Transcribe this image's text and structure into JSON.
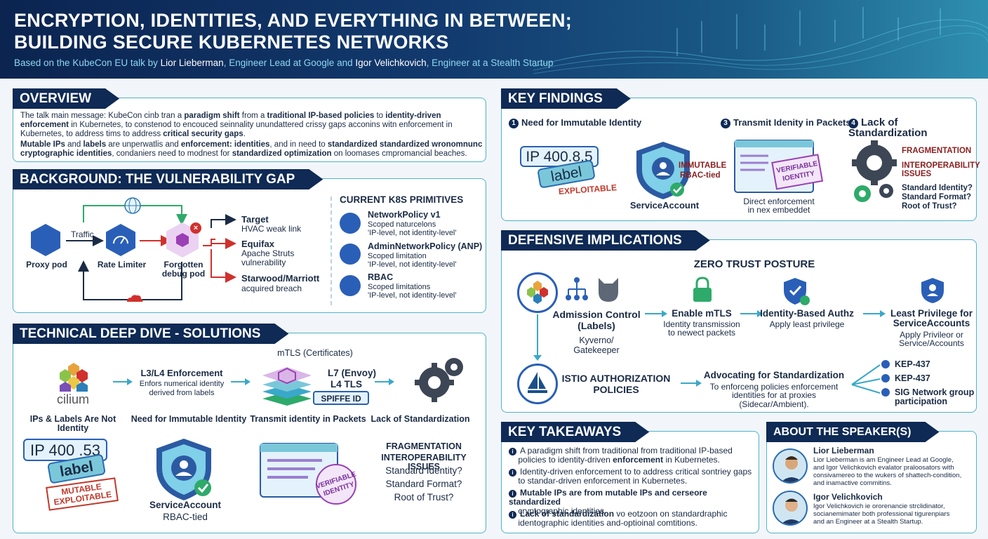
{
  "header": {
    "title_line1": "ENCRYPTION, IDENTITIES, AND EVERYTHING IN BETWEEN;",
    "title_line2": "BUILDING SECURE KUBERNETES NETWORKS",
    "sub_prefix": "Based on the KubeCon EU talk by ",
    "speaker1": "Lior Lieberman",
    "speaker1_role": ", Engineer Lead at Google and ",
    "speaker2": "Igor Velichkovich",
    "speaker2_role": ", Engineer at a Stealth Startup"
  },
  "overview": {
    "title": "OVERVIEW",
    "p1_a": "The talk main message: KubeCon cinb tran a ",
    "p1_b": "paradigm shift",
    "p1_c": " from a ",
    "p1_d": "traditional IP-based policies",
    "p1_e": " to ",
    "p1_f": "identity-driven",
    "p1_g": "enforcement",
    "p1_h": " in Kubernetes, to constenod to encouced seinnality unundattered crissy gaps acconins witn enforcement in Kubernetes, to address tims to address ",
    "p1_i": "critical security gaps",
    "p2_a": "Mutable IPs",
    "p2_b": " and ",
    "p2_c": "labels",
    "p2_d": " are unperwatlis and ",
    "p2_e": "enforcement",
    "p2_f": ": identities",
    "p2_g": ", and in need to ",
    "p2_h": "standardized standardized wronomnunc",
    "p2_i": "cryptographic identities",
    "p2_j": ", condaniers need to modnest for ",
    "p2_k": "standardized optimization",
    "p2_l": " on loomases cmpromancial beaches."
  },
  "background": {
    "title": "BACKGROUND: THE VULNERABILITY GAP",
    "proxy": "Proxy pod",
    "traffic": "Traffic",
    "rate": "Rate Limiter",
    "forgotten": "Forgotten debug pod",
    "target_t": "Target",
    "target_d": "HVAC weak link",
    "equifax_t": "Equifax",
    "equifax_d": "Apache Struts vulnerability",
    "starwood_t": "Starwood/Marriott",
    "starwood_d": "acquired breach",
    "prim_title": "CURRENT K8S PRIMITIVES",
    "prims": [
      {
        "t": "NetworkPolicy v1",
        "d1": "Scoped naturcelons",
        "d2": "'IP-level, not identity-level'"
      },
      {
        "t": "AdminNetworkPolicy (ANP)",
        "d1": "Scoped limitation",
        "d2": "'IP-level, not identity-level'"
      },
      {
        "t": "RBAC",
        "d1": "Scoped limitations",
        "d2": "'IP-level, not identity-level'"
      }
    ]
  },
  "deep": {
    "title": "TECHNICAL DEEP DIVE - SOLUTIONS",
    "cilium": "cilium",
    "l34_t": "L3/L4 Enforcement",
    "l34_d": "Enfors numerical identity derived from labels",
    "mtls": "mTLS (Certificates)",
    "l7": "L7 (Envoy)",
    "l4": "L4 TLS",
    "spiffe": "SPIFFE ID",
    "row_labels": [
      "IPs & Labels Are Not Identity",
      "Need for Immutable Identity",
      "Transmit identity in Packets",
      "Lack of Standardization"
    ],
    "ip": "IP 400 .53",
    "label": "label",
    "mutable": "MUTABLE EXPLOITABLE",
    "sa": "ServiceAccount",
    "rbac": "RBAC-tied",
    "verifiable": "VERIFIABLE IDENTITY",
    "frag1": "FRAGMENTATION",
    "frag2": "INTEROPERABILITY ISSUES",
    "q1": "Standard Identity?",
    "q2": "Standard Format?",
    "q3": "Root of Trust?"
  },
  "findings": {
    "title": "KEY FINDINGS",
    "h1_num": "1",
    "h1": "Need for Immutable Identity",
    "h3_num": "3",
    "h3": "Transmit Idenity in Packets",
    "h4_num": "4",
    "h4": "Lack of Standardization",
    "ip": "IP 400.8.5",
    "label": "label",
    "exploitable": "EXPLOITABLE",
    "immutable": "IMMUTABLE",
    "rbac": "RBAC-tied",
    "sa": "ServiceAccount",
    "verifiable": "VERIFIABLE IOENTITY",
    "direct1": "Direct enforcement",
    "direct2": "in nex embeddet",
    "frag": "FRAGMENTATION",
    "interop1": "INTEROPERABILITY",
    "interop2": "ISSUES",
    "q1": "Standard Identity?",
    "q2": "Standard Format?",
    "q3": "Root of Trust?"
  },
  "defensive": {
    "title": "DEFENSIVE IMPLICATIONS",
    "zt": "ZERO TRUST POSTURE",
    "adm1": "Admission Control",
    "adm2": "(Labels)",
    "kyv1": "Kyverno/",
    "kyv2": "Gatekeeper",
    "mtls_t": "Enable mTLS",
    "mtls_d1": "Identity transmission",
    "mtls_d2": "to newect packets",
    "idz_t": "Identity-Based Authz",
    "idz_d": "Apply least privilege",
    "lp_t1": "Least Privilege for",
    "lp_t2": "ServiceAccounts",
    "lp_d1": "Apply Privileor or",
    "lp_d2": "Service/Accounts",
    "istio1": "ISTIO AUTHORIZATION",
    "istio2": "POLICIES",
    "adv_t": "Advocating for Standardization",
    "adv_d1": "To enforceng policies enforcement",
    "adv_d2": "identities for at proxies (Sidecar/Ambient).",
    "kep1": "KEP-437",
    "kep2": "KEP-437",
    "sig1": "SIG Network group",
    "sig2": "participation"
  },
  "takeaways": {
    "title": "KEY TAKEAWAYS",
    "items": [
      {
        "a": "A paradigm shift from traditional from traditional IP-based",
        "b": "policies to identity-driven ",
        "c": "enforcement",
        "d": " in Kubernetes."
      },
      {
        "a": "Identity-driven enforcement to to address critical sontriey gaps",
        "b": "to standar-driven enforcement in Kubernetes.",
        "c": "",
        "d": ""
      },
      {
        "a": "Mutable IPs are from mutable IPs and cerseore standardized",
        "b": "cryptographic identities.",
        "c": "",
        "d": ""
      },
      {
        "a": "Lack of standardization",
        "a2": " vo eotzoon on standardraphic",
        "b": "identographic identities and-optioinal comtitions.",
        "c": "",
        "d": ""
      }
    ]
  },
  "speakers": {
    "title": "ABOUT THE SPEAKER(S)",
    "s1_name": "Lior Lieberman",
    "s1_d1": "Lior Lieberman is am Engineer Lead at Google,",
    "s1_d2": "and Igor Velichkovich evalator praloosators with",
    "s1_d3": "consivamereo to the wukers of shattech-condition,",
    "s1_d4": "and inamactive commitins.",
    "s2_name": "Igor Velichkovich",
    "s2_d1": "Igor Velichkovich ie ororenancie strclidinator,",
    "s2_d2": "socianemimater both professional tigurenpiars",
    "s2_d3": "and an Engineer at a Stealth Startup."
  },
  "colors": {
    "navy": "#0e2a55",
    "teal": "#4fb3c9",
    "red": "#c0392b",
    "blue": "#2a5fb8"
  }
}
